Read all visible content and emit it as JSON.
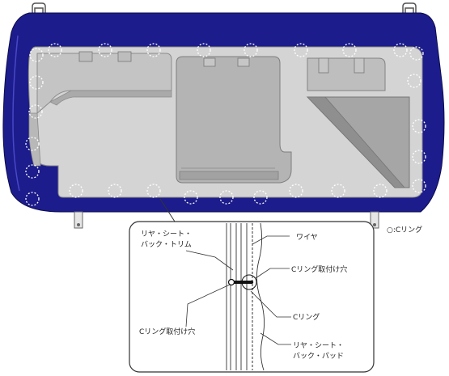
{
  "legend": {
    "symbol": "○",
    "text": ":Cリング"
  },
  "labels": {
    "rear_seat_back_trim_1": "リヤ・シート・",
    "rear_seat_back_trim_2": "バック・トリム",
    "wire": "ワイヤ",
    "c_ring_hole_right": "Cリング取付け穴",
    "c_ring": "Cリング",
    "c_ring_hole_left": "Cリング取付け穴",
    "rear_seat_back_pad_1": "リヤ・シート・",
    "rear_seat_back_pad_2": "バック・パッド"
  },
  "colors": {
    "trim_blue": "#1c1c8c",
    "panel_gray": "#d4d4d4",
    "panel_shadow": "#a9a9a9",
    "ring_dashed": "#ffffff"
  }
}
